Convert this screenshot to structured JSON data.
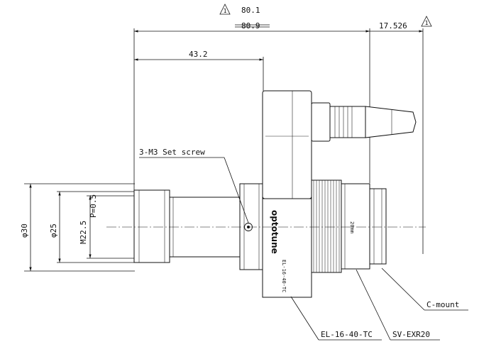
{
  "dimensions": {
    "overall_top": "80.1",
    "overall_struck": "80.9",
    "body_length": "43.2",
    "right_offset": "17.526",
    "revision_mark": "1",
    "dia_outer": "φ30",
    "dia_inner": "φ25",
    "thread": "M22.5",
    "pitch": "P=0.5"
  },
  "callouts": {
    "set_screw": "3-M3 Set screw",
    "c_mount": "C-mount",
    "lens": "EL-16-40-TC",
    "adapter": "SV-EXR20"
  },
  "engravings": {
    "brand": "optotune",
    "model": "EL-16-40-TC",
    "ring": "20mm"
  },
  "colors": {
    "line": "#111111",
    "background": "#ffffff"
  }
}
